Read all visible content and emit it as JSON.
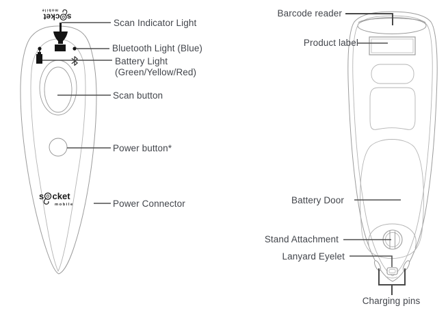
{
  "diagram": {
    "product": "handheld barcode scanner",
    "views": {
      "left": "front view",
      "right": "back view"
    },
    "brand": {
      "logo_left": "s",
      "logo_right": "cket",
      "logo_sub": "mobile"
    },
    "front": {
      "labels": {
        "scan_indicator": "Scan Indicator Light",
        "bluetooth": "Bluetooth Light (Blue)",
        "battery": "Battery Light",
        "battery_sub": "(Green/Yellow/Red)",
        "scan_button": "Scan button",
        "power_button": "Power button*",
        "power_connector": "Power Connector"
      }
    },
    "back": {
      "labels": {
        "barcode_reader": "Barcode reader",
        "product_label": "Product label",
        "battery_door": "Battery Door",
        "stand_attachment": "Stand Attachment",
        "lanyard_eyelet": "Lanyard Eyelet",
        "charging_pins": "Charging pins"
      }
    },
    "icons": {
      "bluetooth_icon_glyph": "ᛒ",
      "battery_icon_glyph": "▮",
      "scan_indicator_icon": "filled-led"
    },
    "colors": {
      "label_text": "#42454b",
      "leader_line": "#4f4f4f",
      "device_outline": "#9b9b9b",
      "filled_parts": "#141414",
      "background": "#ffffff"
    }
  }
}
